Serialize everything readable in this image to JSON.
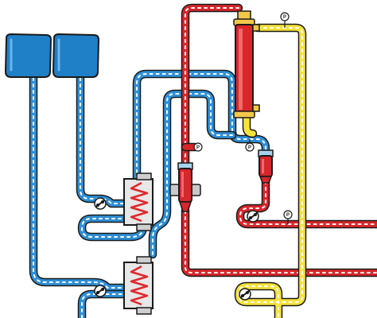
{
  "colors": {
    "venous_blue": "#2e8fd6",
    "arterial_red": "#d8262a",
    "dialysate_yellow": "#f6e23a",
    "bag_blue": "#1f7fc7",
    "heater_coil": "#e0282d",
    "outline": "#1a1a1a",
    "device_gray": "#c9c9c9"
  },
  "components": {
    "bags": [
      "fluid-bag",
      "fluid-bag"
    ],
    "heaters": [
      "heater-coil-unit",
      "heater-coil-unit"
    ],
    "pumps": [
      "roller-pump-icon",
      "roller-pump-icon",
      "roller-pump-icon",
      "roller-pump-icon"
    ],
    "drip_chambers": [
      "venous-drip-chamber",
      "arterial-drip-chamber"
    ],
    "filter": "dialyzer-filter",
    "pressure_gauge_label": "P",
    "pressure_gauge_count": 4
  }
}
